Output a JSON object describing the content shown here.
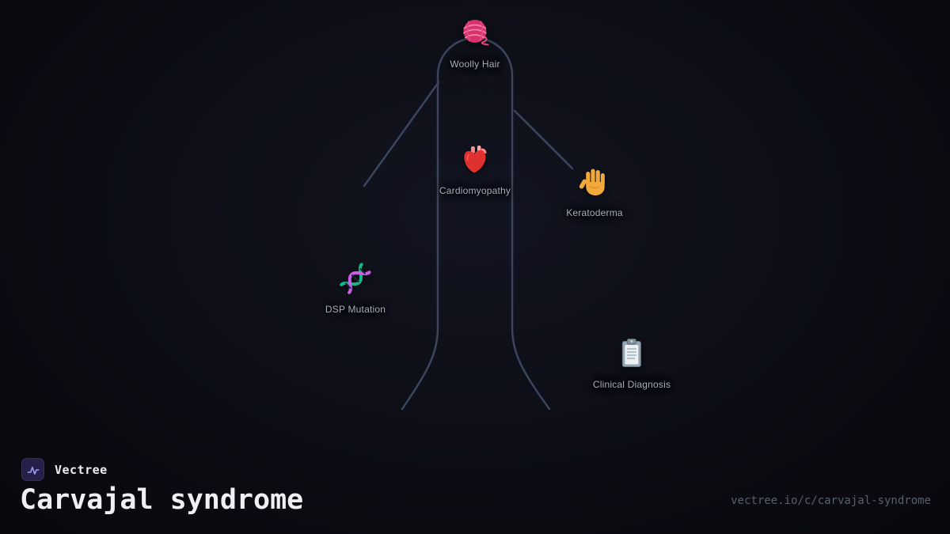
{
  "brand": {
    "name": "Vectree",
    "logo_icon": "waveform-icon",
    "logo_bg_color": "#261f47",
    "logo_glyph_color": "#9f97f8"
  },
  "page": {
    "title": "Carvajal syndrome",
    "url": "vectree.io/c/carvajal-syndrome"
  },
  "graph": {
    "edge_color": "#43506a",
    "label_color": "#a6b1c0",
    "nodes": [
      {
        "label": "Woolly Hair",
        "icon": "yarn-ball-icon"
      },
      {
        "label": "Cardiomyopathy",
        "icon": "anatomical-heart-icon"
      },
      {
        "label": "Keratoderma",
        "icon": "raised-hand-icon"
      },
      {
        "label": "DSP Mutation",
        "icon": "dna-icon"
      },
      {
        "label": "Clinical Diagnosis",
        "icon": "clipboard-icon"
      }
    ]
  }
}
